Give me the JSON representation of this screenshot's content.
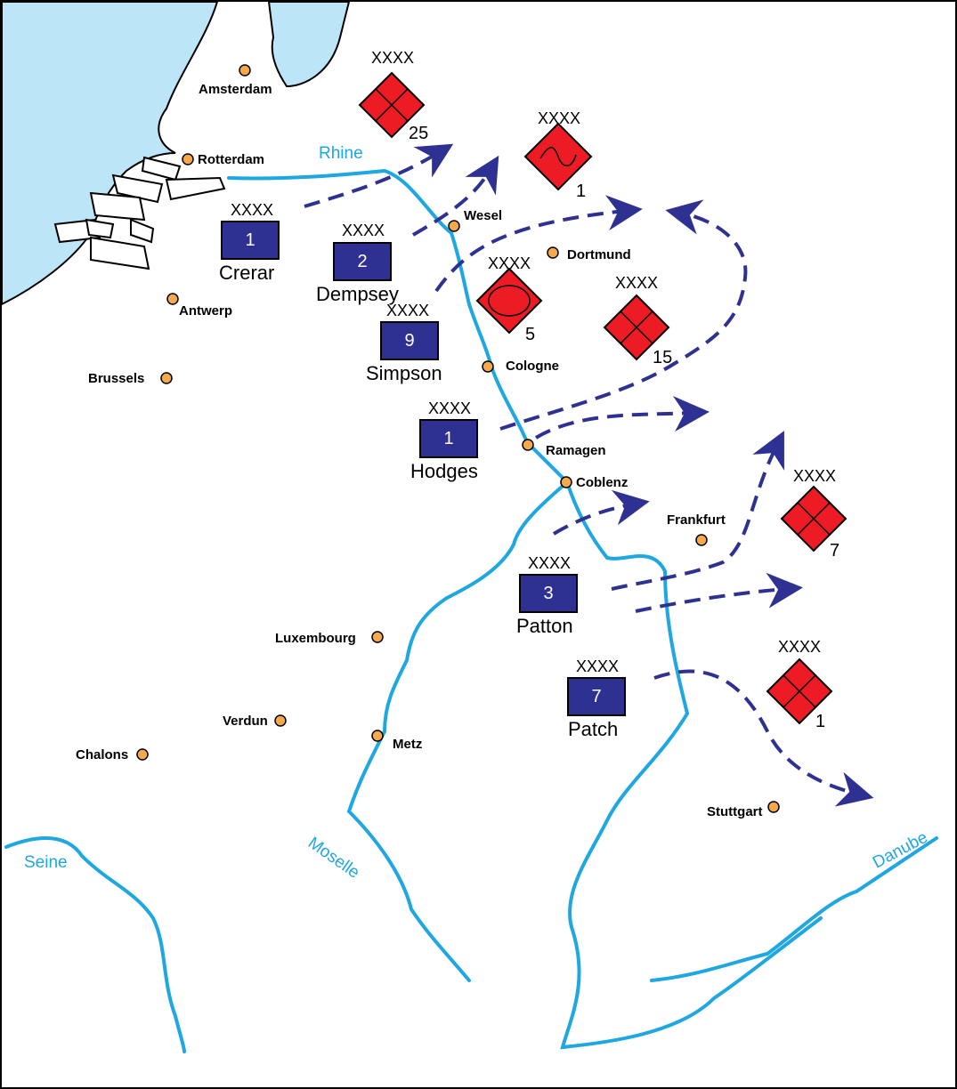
{
  "map": {
    "colors": {
      "sea": "#bde5f8",
      "river": "#1ea7e1",
      "city_dot": "#f6a94a",
      "allied": "#2e3192",
      "german": "#ed1c24",
      "arrow": "#2e3192"
    },
    "rivers": [
      {
        "name": "Rhine"
      },
      {
        "name": "Moselle"
      },
      {
        "name": "Seine"
      },
      {
        "name": "Danube"
      }
    ],
    "cities": [
      {
        "name": "Amsterdam"
      },
      {
        "name": "Rotterdam"
      },
      {
        "name": "Antwerp"
      },
      {
        "name": "Brussels"
      },
      {
        "name": "Wesel"
      },
      {
        "name": "Dortmund"
      },
      {
        "name": "Cologne"
      },
      {
        "name": "Ramagen"
      },
      {
        "name": "Coblenz"
      },
      {
        "name": "Frankfurt"
      },
      {
        "name": "Luxembourg"
      },
      {
        "name": "Verdun"
      },
      {
        "name": "Metz"
      },
      {
        "name": "Chalons"
      },
      {
        "name": "Stuttgart"
      }
    ],
    "allied_armies": [
      {
        "echelon": "XXXX",
        "number": "1",
        "commander": "Crerar"
      },
      {
        "echelon": "XXXX",
        "number": "2",
        "commander": "Dempsey"
      },
      {
        "echelon": "XXXX",
        "number": "9",
        "commander": "Simpson"
      },
      {
        "echelon": "XXXX",
        "number": "1",
        "commander": "Hodges"
      },
      {
        "echelon": "XXXX",
        "number": "3",
        "commander": "Patton"
      },
      {
        "echelon": "XXXX",
        "number": "7",
        "commander": "Patch"
      }
    ],
    "german_armies": [
      {
        "echelon": "XXXX",
        "number": "25",
        "type": "infantry"
      },
      {
        "echelon": "XXXX",
        "number": "1",
        "type": "parachute"
      },
      {
        "echelon": "XXXX",
        "number": "5",
        "type": "panzer"
      },
      {
        "echelon": "XXXX",
        "number": "15",
        "type": "infantry"
      },
      {
        "echelon": "XXXX",
        "number": "7",
        "type": "infantry"
      },
      {
        "echelon": "XXXX",
        "number": "1",
        "type": "infantry"
      }
    ]
  }
}
